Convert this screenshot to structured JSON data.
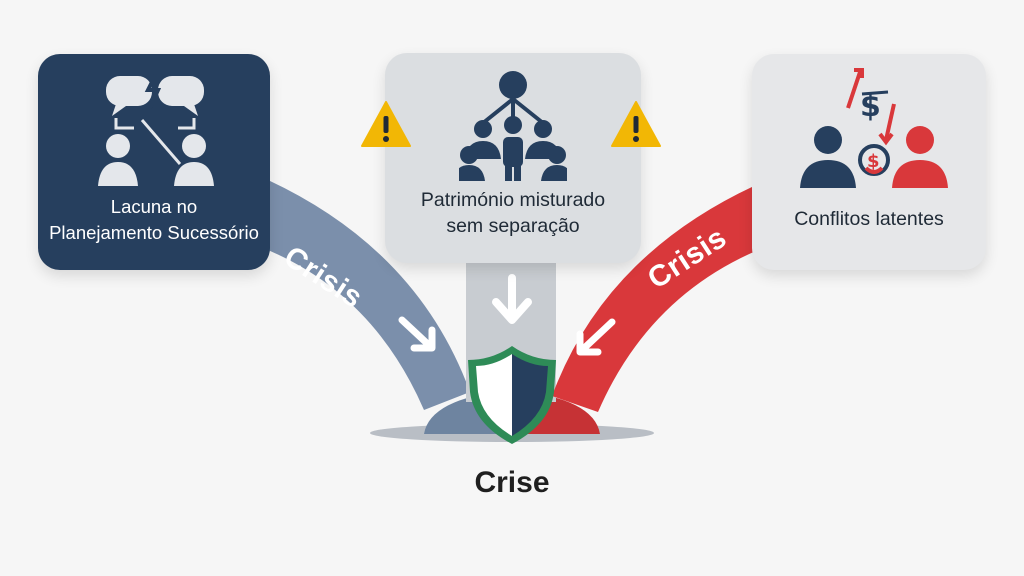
{
  "cards": {
    "left": {
      "lines": [
        "Lacuna no",
        "Planejamento Sucessório"
      ]
    },
    "middle": {
      "lines": [
        "Património misturado",
        "sem separação"
      ]
    },
    "right": {
      "lines": [
        "Conflitos latentes"
      ]
    }
  },
  "flows": {
    "left_label": "Crisis",
    "right_label": "Crisis"
  },
  "result": {
    "label": "Crise"
  },
  "colors": {
    "navy": "#263f5e",
    "steel": "#7388a3",
    "grey": "#c3c8cd",
    "red": "#d9383b",
    "green": "#2e8b57",
    "warning": "#f2b705"
  }
}
